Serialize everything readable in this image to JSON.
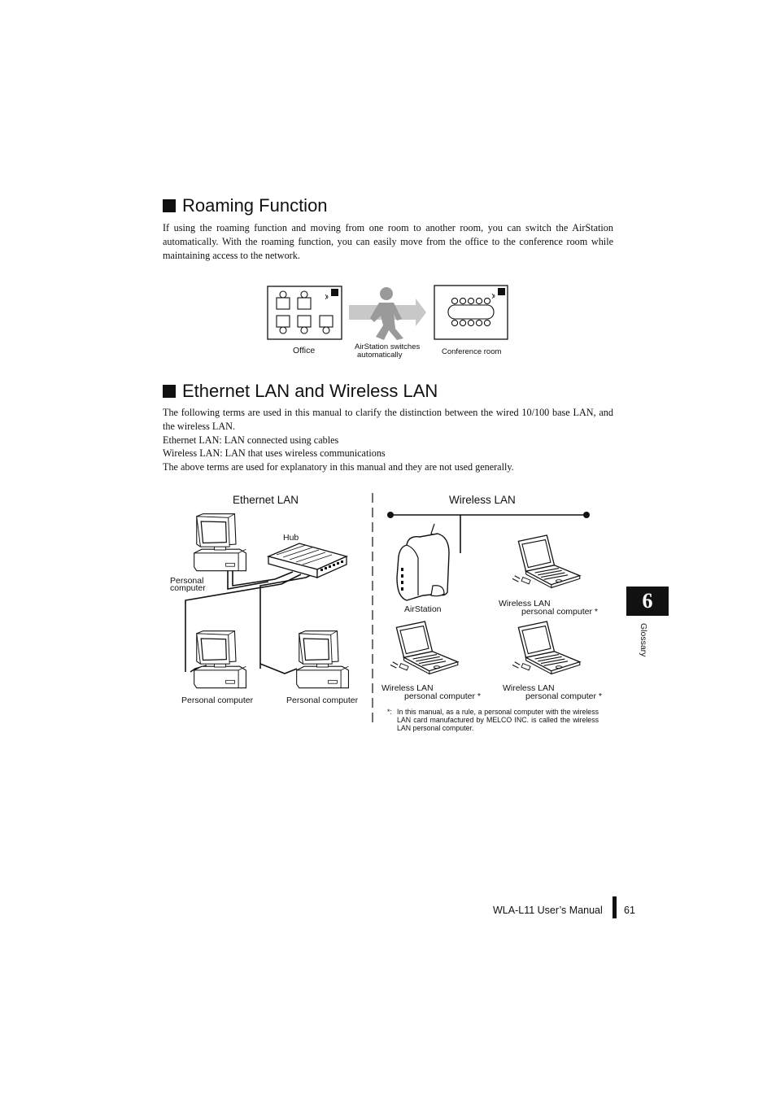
{
  "roaming": {
    "title": "Roaming Function",
    "body": "If using the roaming function and moving from one room to another room, you can switch the AirStation automatically. With the roaming function, you can easily move from the office to the conference room while maintaining access to the network.",
    "figure": {
      "office_label": "Office",
      "switch_label_1": "AirStation switches",
      "switch_label_2": "automatically",
      "conference_label": "Conference room"
    }
  },
  "lan": {
    "title": "Ethernet LAN and Wireless LAN",
    "lines": [
      "The following terms are used in this manual to clarify the distinction between the wired 10/100 base LAN, and the wireless LAN.",
      "Ethernet LAN: LAN connected using cables",
      "Wireless LAN: LAN that uses wireless communications",
      "The above terms are used for explanatory in this manual and they are not used generally."
    ],
    "figure": {
      "ethernet_heading": "Ethernet LAN",
      "wireless_heading": "Wireless LAN",
      "hub_label": "Hub",
      "pc_label_1a": "Personal",
      "pc_label_1b": "computer",
      "pc_label_2": "Personal computer",
      "pc_label_3": "Personal computer",
      "airstation_label": "AirStation",
      "wl_pc_1a": "Wireless LAN",
      "wl_pc_1b": "personal computer *",
      "wl_pc_2a": "Wireless LAN",
      "wl_pc_2b": "personal computer *",
      "wl_pc_3a": "Wireless LAN",
      "wl_pc_3b": "personal computer *",
      "note_mark": "*:",
      "note_text": "In this manual, as a rule, a personal computer with the wireless LAN card manufactured by MELCO INC. is called the wireless LAN personal computer."
    }
  },
  "sidebar": {
    "chapter_number": "6",
    "chapter_name": "Glossary"
  },
  "footer": {
    "manual_name": "WLA-L11 User’s Manual",
    "page_number": "61"
  }
}
